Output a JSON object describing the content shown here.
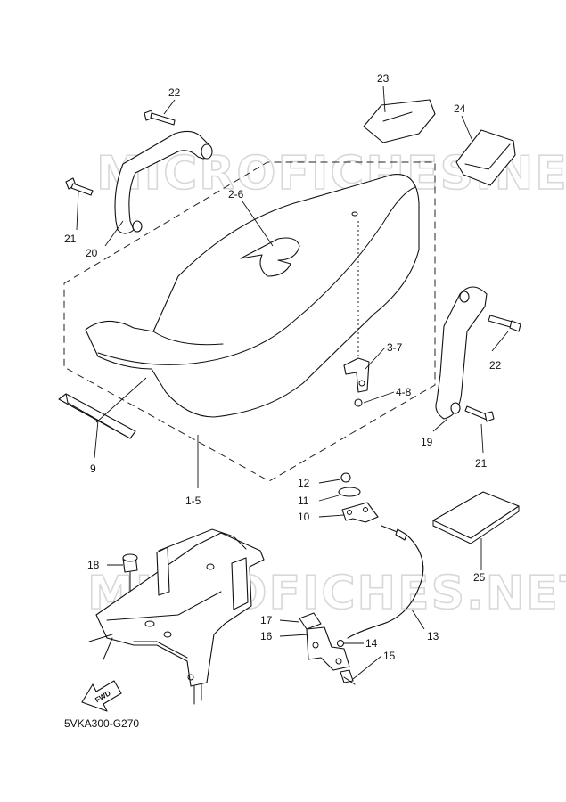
{
  "watermark": {
    "top": "MICROFICHES.NET",
    "bottom": "MICROFICHES.NET"
  },
  "diagram": {
    "code": "5VKA300-G270",
    "fwd_label": "FWD",
    "callouts": [
      "22",
      "23",
      "24",
      "21",
      "20",
      "2-6",
      "3-7",
      "22",
      "4-8",
      "9",
      "19",
      "21",
      "1-5",
      "12",
      "11",
      "10",
      "25",
      "18",
      "13",
      "17",
      "16",
      "14",
      "15"
    ]
  }
}
